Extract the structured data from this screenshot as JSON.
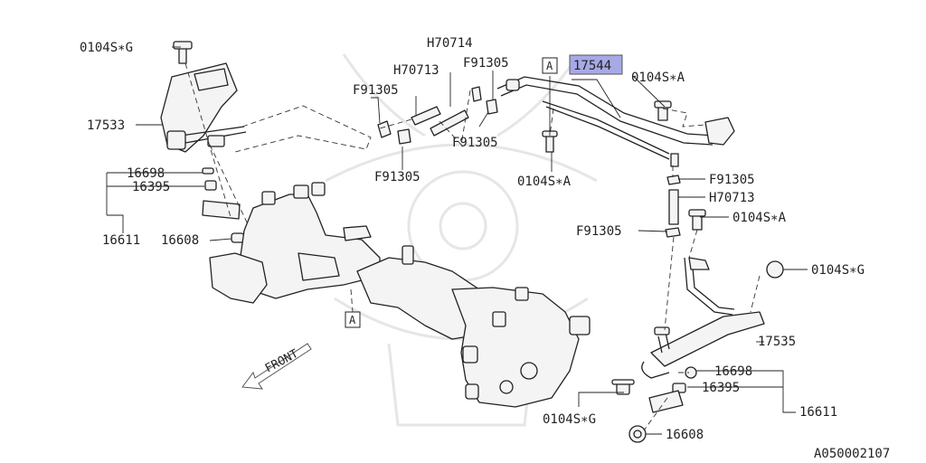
{
  "labels": {
    "bolt_g_top": "0104S∗G",
    "rail_left": "17533",
    "oring_l1": "16698",
    "insul_l1": "16395",
    "injector_l": "16611",
    "seal_l": "16608",
    "hose_h70714": "H70714",
    "hose_h70713_top": "H70713",
    "clip_f_top1": "F91305",
    "clip_f_top2": "F91305",
    "clip_f_mid": "F91305",
    "clip_f_low": "F91305",
    "ref_a_top": "A",
    "pipe_main": "17544",
    "bolt_a_top": "0104S∗A",
    "bolt_a_mid": "0104S∗A",
    "clip_f_r1": "F91305",
    "hose_h70713_r": "H70713",
    "bolt_a_r": "0104S∗A",
    "clip_f_r2": "F91305",
    "bolt_g_r": "0104S∗G",
    "rail_right": "17535",
    "oring_r": "16698",
    "insul_r": "16395",
    "injector_r": "16611",
    "bolt_g_low": "0104S∗G",
    "seal_r": "16608",
    "ref_a_low": "A",
    "front": "FRONT",
    "diagram_id": "A050002107"
  },
  "colors": {
    "highlight": "#a7a9e6",
    "ink": "#222222"
  }
}
